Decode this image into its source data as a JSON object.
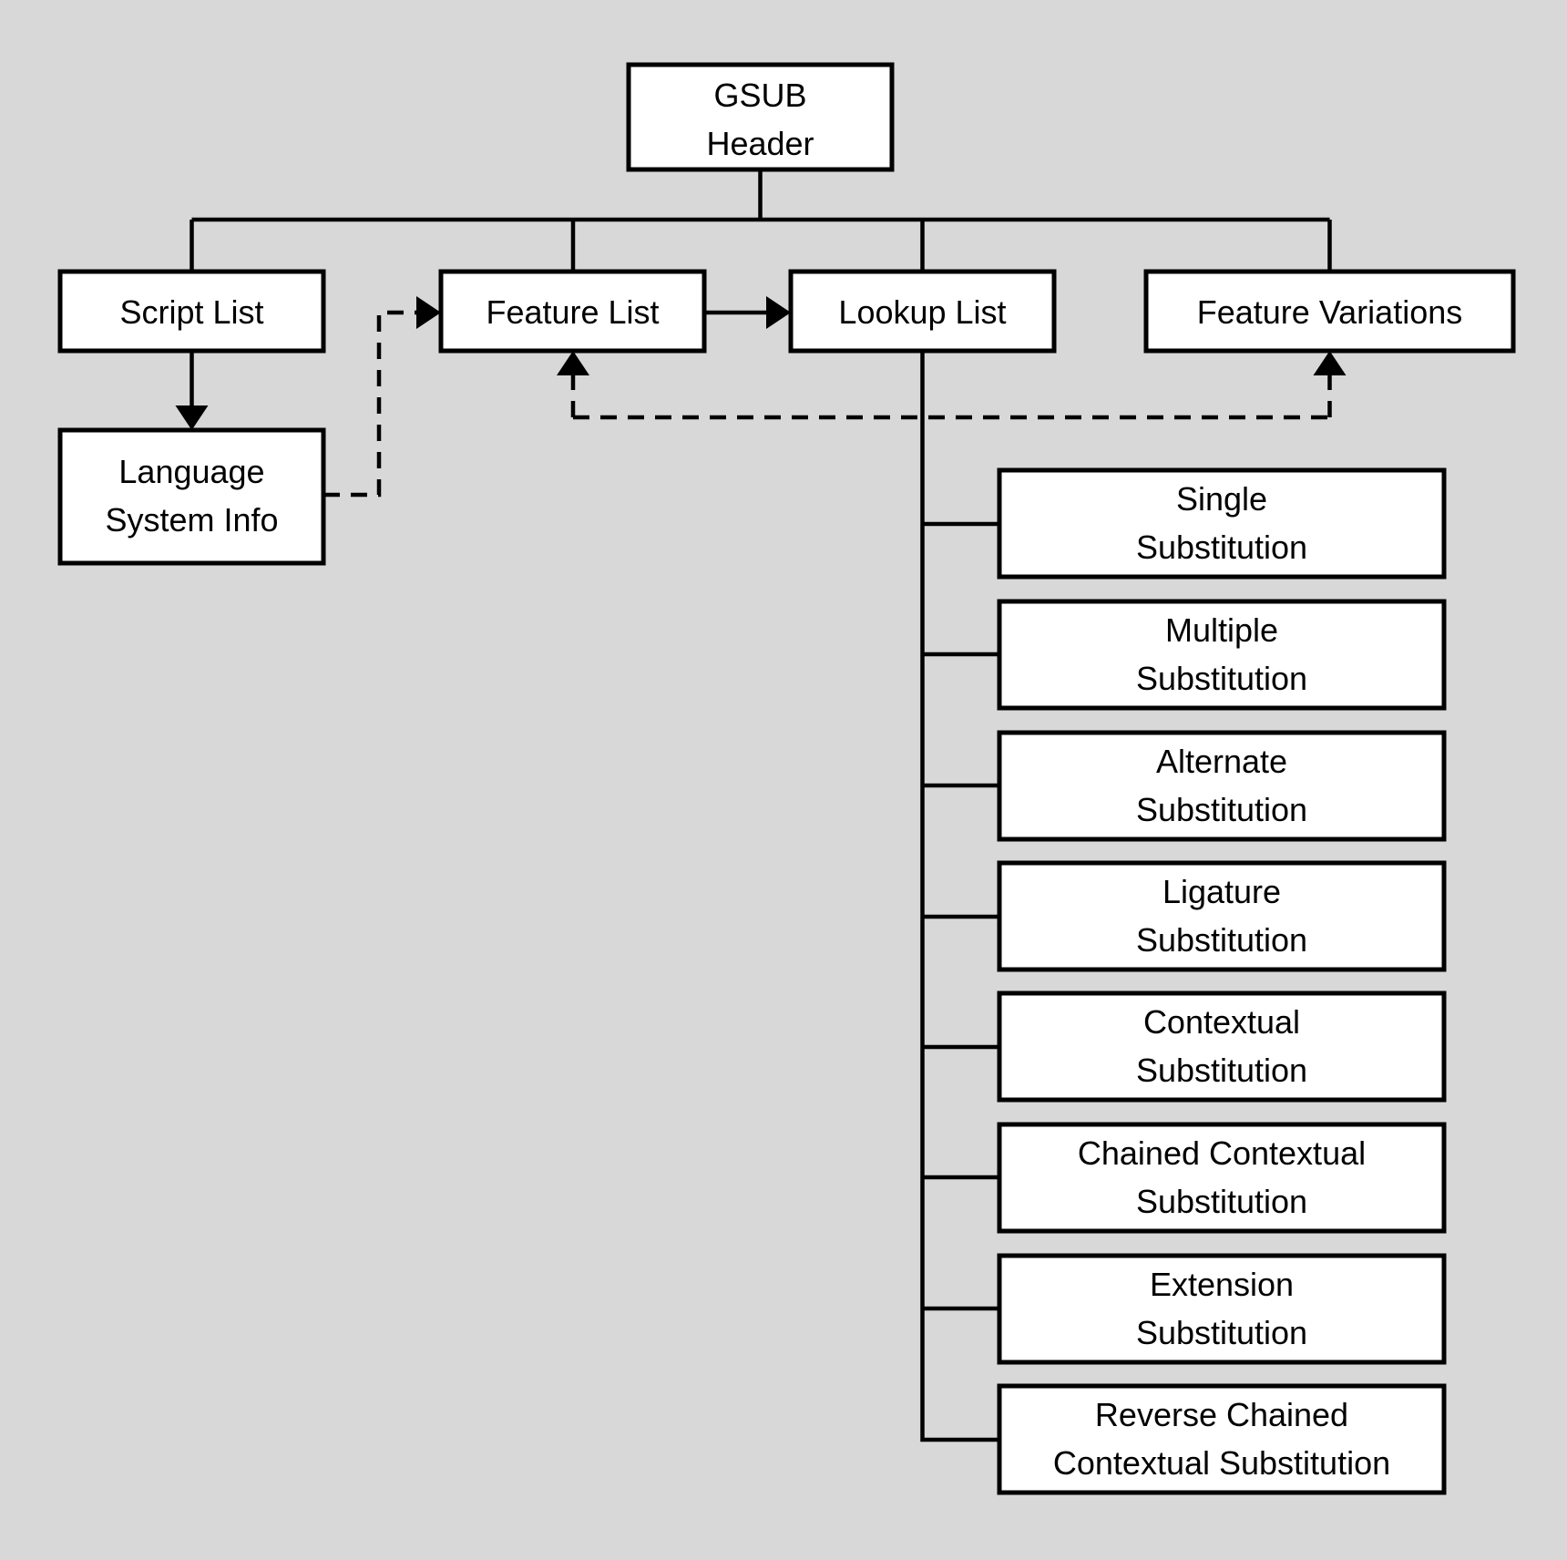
{
  "colors": {
    "background": "#d8d8d8",
    "box_fill": "#ffffff",
    "line": "#000000",
    "text": "#000000"
  },
  "nodes": {
    "gsub_header": {
      "line1": "GSUB",
      "line2": "Header"
    },
    "script_list": {
      "label": "Script List"
    },
    "feature_list": {
      "label": "Feature List"
    },
    "lookup_list": {
      "label": "Lookup List"
    },
    "feature_variations": {
      "label": "Feature Variations"
    },
    "language_system_info": {
      "line1": "Language",
      "line2": "System Info"
    },
    "lookup_types": [
      {
        "line1": "Single",
        "line2": "Substitution"
      },
      {
        "line1": "Multiple",
        "line2": "Substitution"
      },
      {
        "line1": "Alternate",
        "line2": "Substitution"
      },
      {
        "line1": "Ligature",
        "line2": "Substitution"
      },
      {
        "line1": "Contextual",
        "line2": "Substitution"
      },
      {
        "line1": "Chained Contextual",
        "line2": "Substitution"
      },
      {
        "line1": "Extension",
        "line2": "Substitution"
      },
      {
        "line1": "Reverse Chained",
        "line2": "Contextual Substitution"
      }
    ]
  }
}
